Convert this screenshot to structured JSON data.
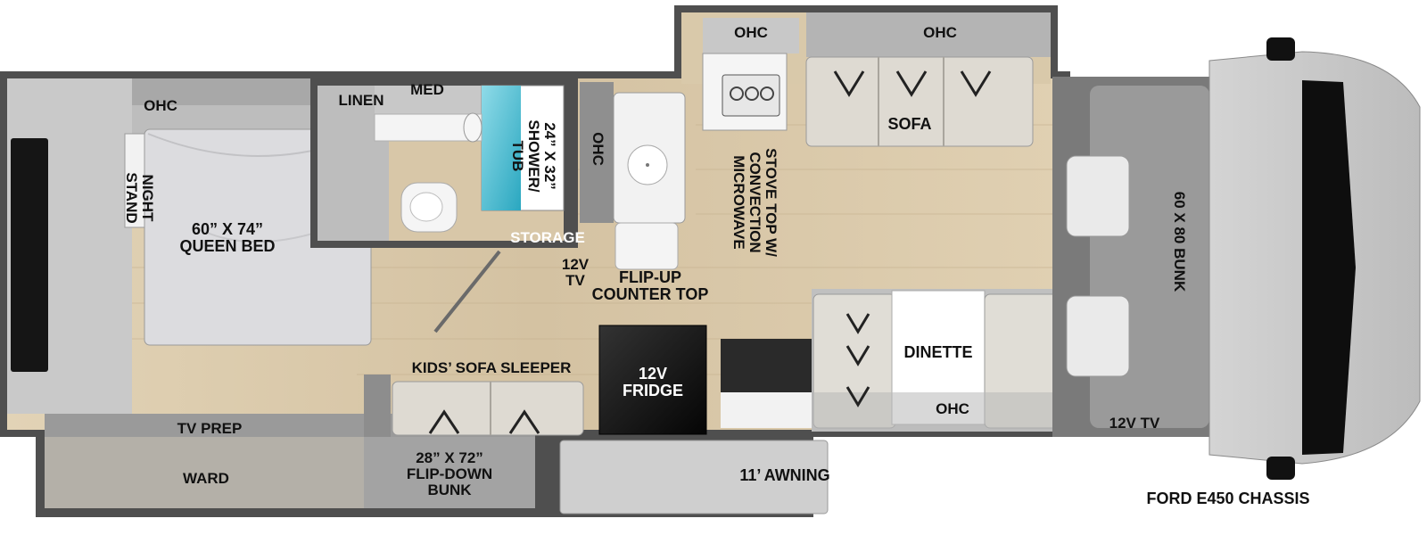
{
  "labels": {
    "ohc_bedroom": "OHC",
    "linen": "LINEN",
    "med": "MED",
    "ohc_kitchen": "OHC",
    "ohc_sofa": "OHC",
    "ohc_bath_side": "OHC",
    "night_stand": "NIGHT\nSTAND",
    "queen_bed": "60” X 74”\nQUEEN BED",
    "shower_tub": "24” X 32”\nSHOWER/\nTUB",
    "storage": "STORAGE",
    "tv_12v_mid": "12V\nTV",
    "flip_up": "FLIP-UP\nCOUNTER TOP",
    "stove": "STOVE TOP W/\nCONVECTION\nMICROWAVE",
    "sofa": "SOFA",
    "bunk_60x80": "60 X 80 BUNK",
    "dinette": "DINETTE",
    "ohc_dinette": "OHC",
    "tv_12v_front": "12V TV",
    "kids_sofa": "KIDS’ SOFA SLEEPER",
    "fridge": "12V\nFRIDGE",
    "tv_prep": "TV PREP",
    "ward": "WARD",
    "flip_down_bunk": "28” X 72”\nFLIP-DOWN\nBUNK",
    "awning": "11’ AWNING",
    "chassis": "FORD E450 CHASSIS"
  },
  "colors": {
    "wall": "#5a5a5a",
    "floor": "#d8c7a8",
    "cabinet": "#a9a9a9",
    "cushion": "#e6e3dc",
    "shower_water": "#56c3d6",
    "fridge": "#111111",
    "cab": "#c8c8c8"
  }
}
